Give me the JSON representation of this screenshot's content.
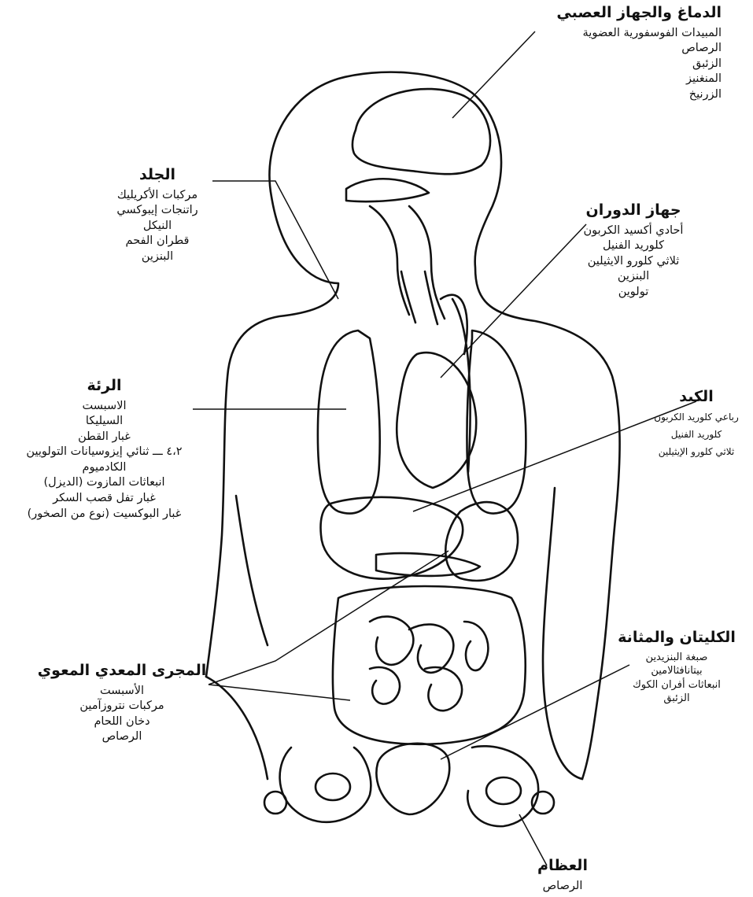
{
  "groups": {
    "brain": {
      "title": "الدماغ والجهاز العصبي",
      "items": [
        "المبيدات الفوسفورية العضوية",
        "الرصاص",
        "الزئبق",
        "المنغنيز",
        "الزرنيخ"
      ]
    },
    "skin": {
      "title": "الجلد",
      "items": [
        "مركبات الأكريليك",
        "راتنجات إيبوكسي",
        "النيكل",
        "قطران الفحم",
        "البنزين"
      ]
    },
    "circulatory": {
      "title": "جهاز الدوران",
      "items": [
        "أحادي أكسيد الكربون",
        "كلوريد الفنيل",
        "ثلاثي كلورو الايثيلين",
        "البنزين",
        "تولوين"
      ]
    },
    "lung": {
      "title": "الرئة",
      "items": [
        "الاسبست",
        "السيليكا",
        "غبار القطن",
        "٤،٢ ـــ ثنائي إيزوسيانات التولويين",
        "الكادميوم",
        "انبعاثات المازوت (الديزل)",
        "غبار تفل قصب السكر",
        "غبار البوكسيت (نوع من الصخور)"
      ]
    },
    "liver": {
      "title": "الكبد",
      "items": [
        "رباعي كلوريد الكربون",
        "كلوريد الفنيل",
        "ثلاثي كلورو الإيثيلين"
      ]
    },
    "kidney": {
      "title": "الكليتان والمثانة",
      "items": [
        "صبغة البنزيدين",
        "بيتانافثالامين",
        "انبعاثات أفران الكوك",
        "الزئبق"
      ]
    },
    "gi": {
      "title": "المجرى المعدي المعوي",
      "items": [
        "الأسبست",
        "مركبات نتروزآمين",
        "دخان اللحام",
        "الرصاص"
      ]
    },
    "bones": {
      "title": "العظام",
      "items": [
        "الرصاص"
      ]
    }
  }
}
